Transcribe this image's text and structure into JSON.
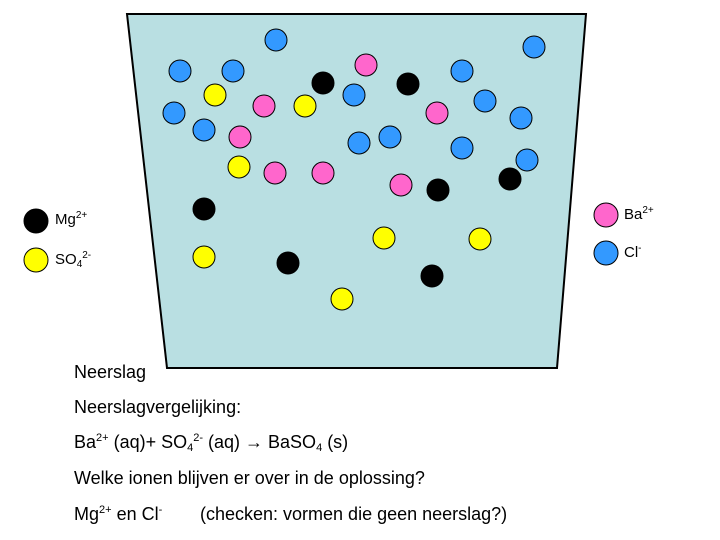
{
  "colors": {
    "beaker_fill": "#b9dfe2",
    "Mg": "#000000",
    "SO4": "#ffff00",
    "Ba": "#ff66cc",
    "Cl": "#3399ff"
  },
  "legend": {
    "mg": {
      "base": "Mg",
      "sup": "2+"
    },
    "so4": {
      "base": "SO",
      "sub": "4",
      "sup": "2-"
    },
    "ba": {
      "base": "Ba",
      "sup": "2+"
    },
    "cl": {
      "base": "Cl",
      "sup": "-"
    }
  },
  "text": {
    "neerslag": "Neerslag",
    "vergelijking_title": "Neerslagvergelijking:",
    "eq": {
      "ba": "Ba",
      "ba_sup": "2+",
      "part1": " (aq)+ SO",
      "so4_sub": "4",
      "so4_sup": "2-",
      "part2": " (aq)  → BaSO",
      "baso4_sub": "4",
      "part3": " (s)"
    },
    "question": "Welke ionen blijven er over in de oplossing?",
    "answer": {
      "mg": "Mg",
      "mg_sup": "2+",
      "en": " en Cl",
      "cl_sup": "-",
      "note": "(checken: vormen die geen neerslag?)"
    }
  }
}
